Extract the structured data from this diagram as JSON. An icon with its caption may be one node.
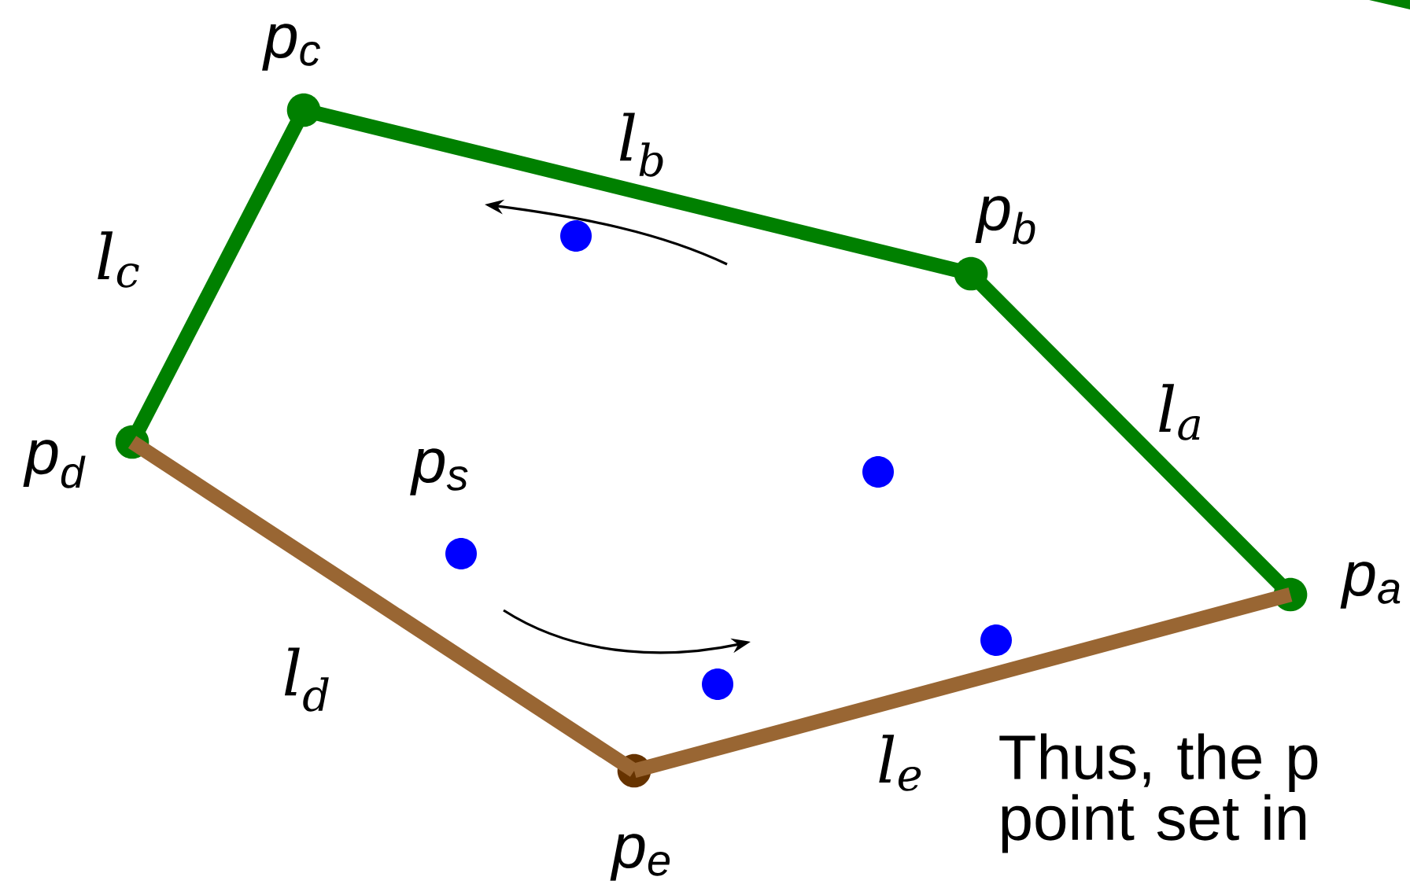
{
  "diagram": {
    "nodes": [
      {
        "text": [],
        "shape": "circle",
        "beside": [
          "p$_{c}$"
        ]
      },
      {
        "text": [],
        "shape": "circle",
        "beside": [
          "p$_{b}$"
        ]
      },
      {
        "text": [],
        "shape": "circle",
        "beside": [
          "p$_{d}$"
        ]
      },
      {
        "text": [],
        "shape": "circle",
        "beside": [
          "p$_{a}$"
        ]
      },
      {
        "text": [],
        "shape": "circle",
        "beside": [
          "p$_{e}$"
        ]
      },
      {
        "text": [],
        "shape": "circle"
      },
      {
        "text": [],
        "shape": "circle"
      },
      {
        "text": [],
        "shape": "circle",
        "beside": [
          "p$_{s}$"
        ]
      },
      {
        "text": [],
        "shape": "circle"
      },
      {
        "text": [],
        "shape": "circle"
      }
    ],
    "edges": [
      {
        "from": 3,
        "to": 1,
        "arrow": "none",
        "label": "l$_{a}$"
      },
      {
        "from": 1,
        "to": 0,
        "arrow": "none",
        "label": "l$_{b}$"
      },
      {
        "from": 0,
        "to": 2,
        "arrow": "none",
        "label": "l$_{c}$"
      },
      {
        "from": 2,
        "to": 4,
        "arrow": "none",
        "label": "l$_{d}$",
        "color": "#996633"
      },
      {
        "from": 4,
        "to": 3,
        "arrow": "none",
        "label": "l$_{e}$",
        "color": "#996633"
      }
    ],
    "labels": [
      "Thus, the p point set in"
    ]
  }
}
